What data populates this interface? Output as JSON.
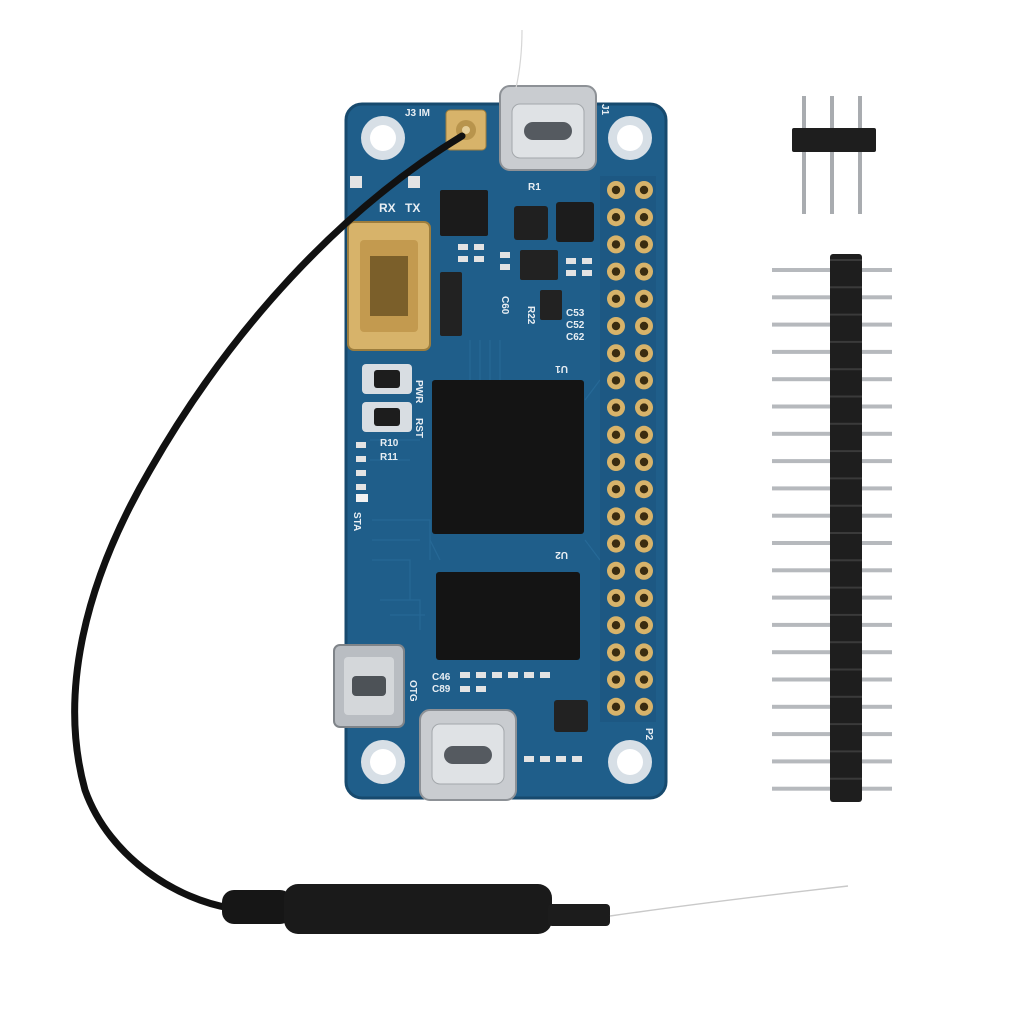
{
  "board": {
    "silkscreen": {
      "ipex": "J3 IM",
      "rx": "RX",
      "tx": "TX",
      "pwr": "PWR",
      "rst": "RST",
      "sta": "STA",
      "otg": "OTG",
      "u1": "U1",
      "u2": "U2",
      "r1": "R1",
      "j1": "J1",
      "p2": "P2",
      "c46": "C46",
      "c89": "C89",
      "r10": "R10",
      "r11": "R11",
      "c53": "C53",
      "c52": "C52",
      "c62": "C62",
      "c60": "C60",
      "r22": "R22"
    },
    "colors": {
      "pcb": "#1f5e8a",
      "pcb_edge": "#174a6e",
      "gold": "#d7b36a",
      "chip": "#141414"
    }
  },
  "accessories": {
    "short_header_pins": 3,
    "long_header_pins": 20
  }
}
